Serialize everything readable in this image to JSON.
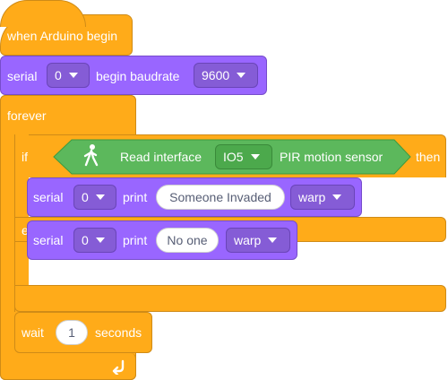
{
  "hat": {
    "label": "when Arduino begin"
  },
  "serial_begin": {
    "serial_label": "serial",
    "port": "0",
    "action": "begin baudrate",
    "baud": "9600"
  },
  "forever": {
    "label": "forever"
  },
  "if_block": {
    "if_label": "if",
    "then_label": "then",
    "else_label": "else",
    "condition": {
      "icon": "person-walking-icon",
      "read_label": "Read interface",
      "pin": "IO5",
      "sensor_label": "PIR motion sensor"
    }
  },
  "print_then": {
    "serial_label": "serial",
    "port": "0",
    "action": "print",
    "text": "Someone Invaded",
    "mode": "warp"
  },
  "print_else": {
    "serial_label": "serial",
    "port": "0",
    "action": "print",
    "text": "No one",
    "mode": "warp"
  },
  "wait": {
    "label": "wait",
    "value": "1",
    "unit": "seconds"
  },
  "loop_icon": "loop-arrow-icon",
  "colors": {
    "control": "#FFAB19",
    "serial": "#9966FF",
    "sensor": "#5CB85C"
  }
}
